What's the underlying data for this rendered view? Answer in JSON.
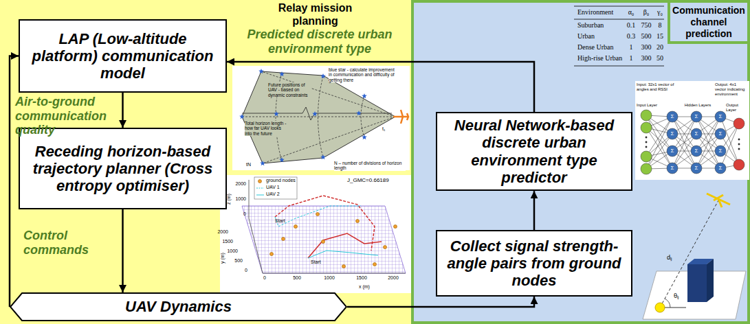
{
  "diagram": {
    "nodes": [
      {
        "text": [
          "Relay mission planning"
        ]
      },
      {
        "text": [
          "LAP (Low-altitude platform) communication model"
        ],
        "in": 0
      },
      {
        "text": [
          "Receding horizon-based trajectory planner (Cross entropy optimiser)"
        ],
        "in": 0
      },
      {
        "text": [
          "UAV Dynamics"
        ],
        "in": 0
      },
      {
        "text": [
          "Communication channel prediction"
        ]
      },
      {
        "text": [
          "Neural Network-based discrete urban environment type predictor"
        ],
        "in": 4
      },
      {
        "text": [
          "Collect signal strength-angle pairs from ground nodes"
        ],
        "in": 4
      }
    ],
    "edges": [
      {
        "from": 5,
        "to": 1,
        "arrow": "to",
        "label": "Predicted discrete urban environment type"
      },
      {
        "from": 1,
        "to": 2,
        "arrow": "to",
        "label": "Air-to-ground communication quality"
      },
      {
        "from": 2,
        "to": 3,
        "arrow": "to",
        "label": "Control commands"
      },
      {
        "from": 3,
        "to": 1,
        "arrow": "to"
      },
      {
        "from": 3,
        "to": 6,
        "arrow": "to"
      },
      {
        "from": 6,
        "to": 5,
        "arrow": "to"
      }
    ],
    "labels": [
      "Environment",
      "α₀",
      "β₀",
      "γ₀",
      "Suburban",
      "0.1",
      "750",
      "8",
      "Urban",
      "0.3",
      "500",
      "15",
      "Dense Urban",
      "1",
      "300",
      "20",
      "High-rise Urban",
      "1",
      "300",
      "50",
      "blue star - calculate improvement in communication and difficulty of getting there",
      "Future positions of UAV - based on dynamic constraints",
      "Total horizon length - how far UAV looks into the future",
      "N – number of divisions of horizon length",
      "t₁",
      "tN",
      "J_GMC=0.66189",
      "z (m)",
      "y (m)",
      "x (m)",
      "2000",
      "1000",
      "0",
      "0",
      "500",
      "1000",
      "1500",
      "2000",
      "0",
      "500",
      "1000",
      "1500",
      "2000",
      "Start",
      "Start",
      "Input: 32x1 vector of angles and RSSI",
      "Input Layer",
      "Hidden Layers",
      "Output Layer",
      "Output: 4x1 vector indicating environment",
      "Σ",
      "Σ",
      "Σ",
      "Σ",
      "Σ",
      "Σ",
      "Σ",
      "Σ",
      "Σ",
      "Σ",
      "Σ",
      "Σ",
      "dᵢⱼ",
      "θᵢⱼ"
    ],
    "legend": [
      {
        "text": "ground nodes"
      },
      {
        "text": "UAV 1"
      },
      {
        "text": "UAV 2"
      }
    ]
  }
}
